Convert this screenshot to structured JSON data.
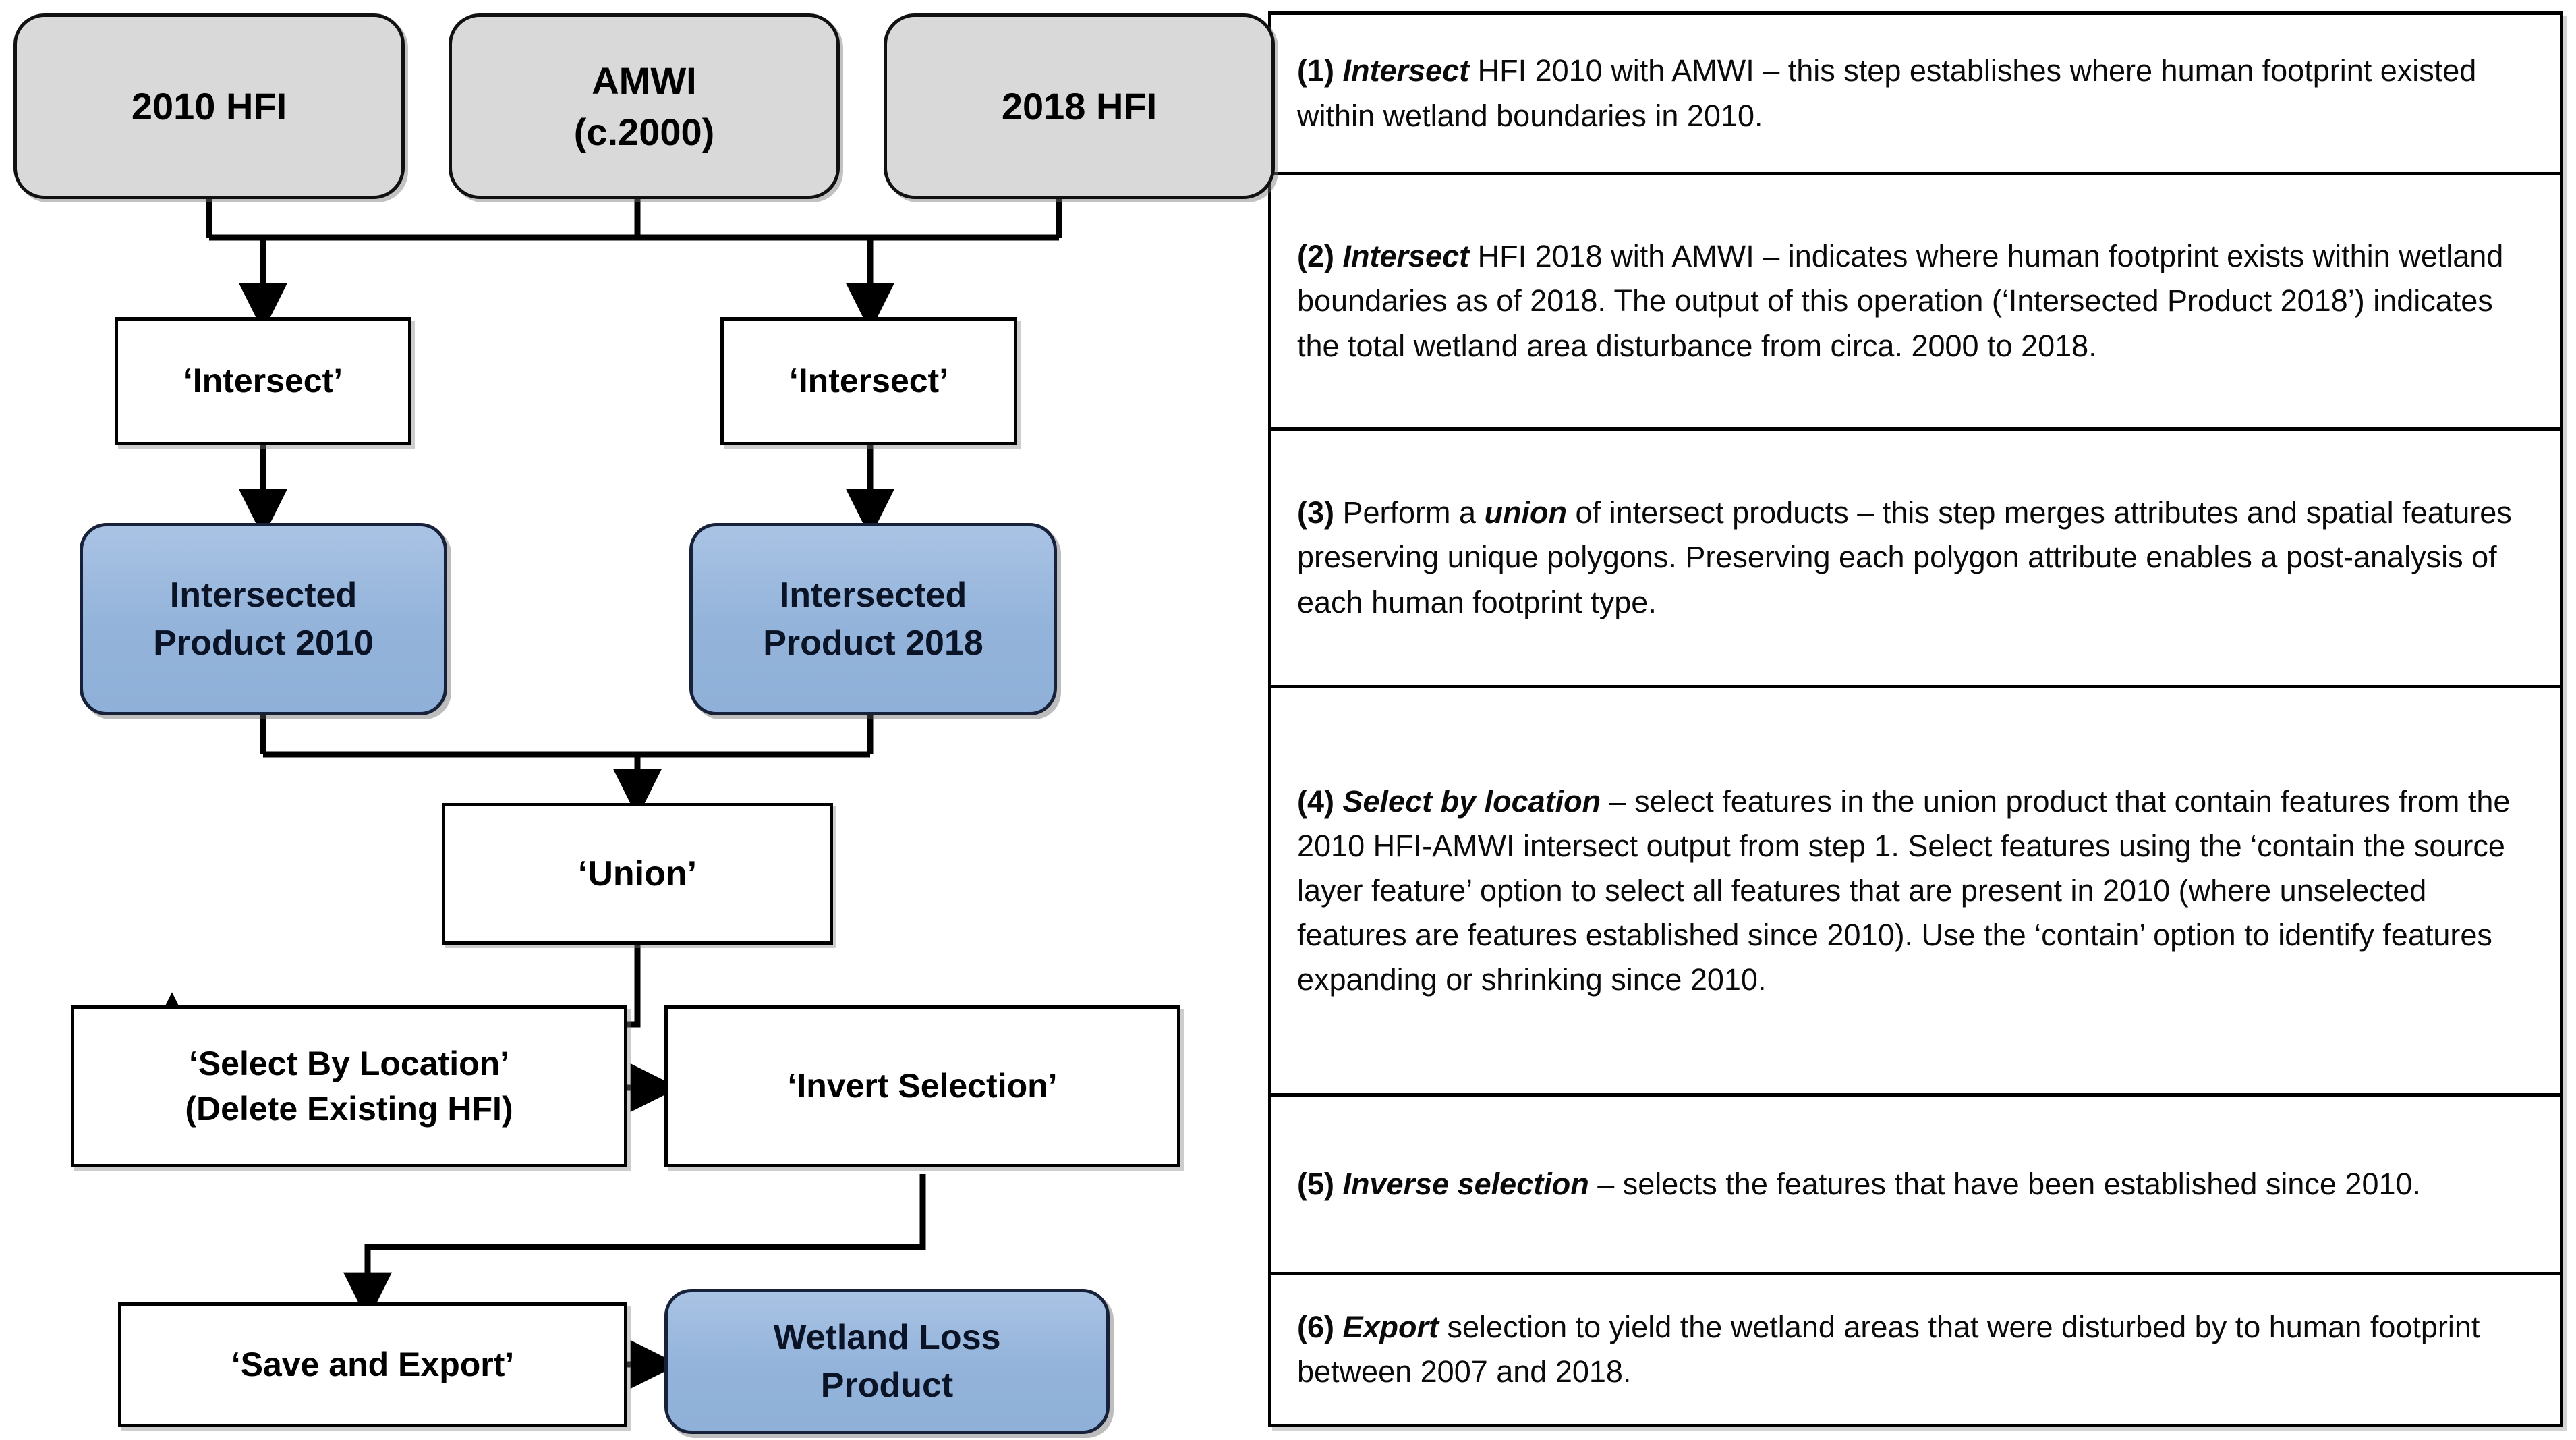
{
  "diagram": {
    "title": "Wetland loss GIS workflow",
    "colors": {
      "input_fill": "#d9d9d9",
      "product_fill": "#93b3da",
      "process_fill": "#ffffff",
      "stroke": "#000000",
      "product_text": "#0b1326"
    },
    "nodes": [
      {
        "id": "hfi2010",
        "label": "2010 HFI",
        "type": "input",
        "shape": "rounded-rect"
      },
      {
        "id": "amwi",
        "label": "AMWI\n(c.2000)",
        "type": "input",
        "shape": "rounded-rect"
      },
      {
        "id": "hfi2018",
        "label": "2018 HFI",
        "type": "input",
        "shape": "rounded-rect"
      },
      {
        "id": "intersect1",
        "label": "‘Intersect’",
        "type": "process",
        "shape": "rect"
      },
      {
        "id": "intersect2",
        "label": "‘Intersect’",
        "type": "process",
        "shape": "rect"
      },
      {
        "id": "prod2010",
        "label": "Intersected\nProduct 2010",
        "type": "product",
        "shape": "rounded-rect"
      },
      {
        "id": "prod2018",
        "label": "Intersected\nProduct 2018",
        "type": "product",
        "shape": "rounded-rect"
      },
      {
        "id": "union",
        "label": "‘Union’",
        "type": "process",
        "shape": "rect"
      },
      {
        "id": "selectby",
        "label": "‘Select By Location’\n(Delete Existing HFI)",
        "type": "process",
        "shape": "rect"
      },
      {
        "id": "invert",
        "label": "‘Invert Selection’",
        "type": "process",
        "shape": "rect"
      },
      {
        "id": "saveexp",
        "label": "‘Save and Export’",
        "type": "process",
        "shape": "rect"
      },
      {
        "id": "wetloss",
        "label": "Wetland Loss\nProduct",
        "type": "product",
        "shape": "rounded-rect"
      }
    ],
    "node_labels": {
      "hfi2010": "2010 HFI",
      "amwi_line1": "AMWI",
      "amwi_line2": "(c.2000)",
      "hfi2018": "2018 HFI",
      "intersect1": "‘Intersect’",
      "intersect2": "‘Intersect’",
      "prod2010_line1": "Intersected",
      "prod2010_line2": "Product 2010",
      "prod2018_line1": "Intersected",
      "prod2018_line2": "Product 2018",
      "union": "‘Union’",
      "selectby_line1": "‘Select By Location’",
      "selectby_line2": "(Delete Existing HFI)",
      "invert": "‘Invert Selection’",
      "saveexp": "‘Save and Export’",
      "wetloss_line1": "Wetland Loss",
      "wetloss_line2": "Product"
    },
    "edges": [
      {
        "from": "hfi2010",
        "to": "intersect1",
        "style": "elbow-bus"
      },
      {
        "from": "amwi",
        "to": "intersect1",
        "style": "elbow-bus"
      },
      {
        "from": "amwi",
        "to": "intersect2",
        "style": "elbow-bus"
      },
      {
        "from": "hfi2018",
        "to": "intersect2",
        "style": "elbow-bus"
      },
      {
        "from": "intersect1",
        "to": "prod2010",
        "style": "straight"
      },
      {
        "from": "intersect2",
        "to": "prod2018",
        "style": "straight"
      },
      {
        "from": "prod2010",
        "to": "union",
        "style": "elbow-bus"
      },
      {
        "from": "prod2018",
        "to": "union",
        "style": "elbow-bus"
      },
      {
        "from": "union",
        "to": "selectby",
        "style": "elbow"
      },
      {
        "from": "selectby",
        "to": "invert",
        "style": "straight-right"
      },
      {
        "from": "invert",
        "to": "saveexp",
        "style": "elbow"
      },
      {
        "from": "saveexp",
        "to": "wetloss",
        "style": "straight-right"
      }
    ]
  },
  "steps_panel": {
    "rows": [
      {
        "number": "(1)",
        "emphasis": "Intersect",
        "rest": " HFI 2010 with AMWI – this step establishes where human footprint existed within wetland boundaries in 2010."
      },
      {
        "number": "(2)",
        "emphasis": "Intersect",
        "rest": " HFI 2018 with AMWI – indicates where human footprint exists within wetland boundaries as of 2018. The output of this operation (‘Intersected Product 2018’) indicates the total wetland area disturbance from circa. 2000 to 2018."
      },
      {
        "number": "(3)",
        "pre": " Perform a ",
        "emphasis": "union",
        "rest": " of intersect products – this step merges attributes and spatial features preserving unique polygons. Preserving each polygon attribute enables a post-analysis of each human footprint type."
      },
      {
        "number": "(4)",
        "emphasis": "Select by location",
        "rest": " – select features in the union product that contain features from the 2010 HFI-AMWI intersect output from step 1. Select features using the ‘contain the source layer feature’ option to select all features that are present in 2010 (where unselected features are features established since 2010). Use the ‘contain’ option to identify features expanding or shrinking since 2010."
      },
      {
        "number": "(5)",
        "emphasis": "Inverse selection",
        "rest": " – selects the features that have been established since 2010."
      },
      {
        "number": "(6)",
        "emphasis": "Export",
        "rest": " selection to yield the wetland areas that were disturbed by to human footprint between 2007 and 2018."
      }
    ]
  }
}
